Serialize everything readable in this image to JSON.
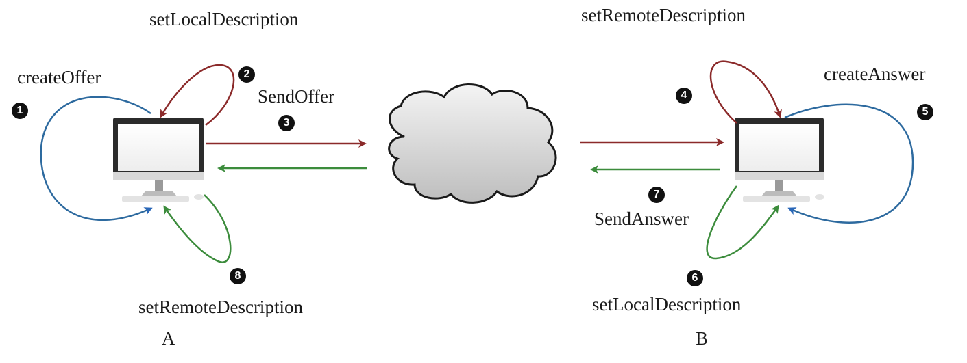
{
  "labels": {
    "set_local_a": "setLocalDescription",
    "set_remote_b": "setRemoteDescription",
    "create_offer": "createOffer",
    "create_answer": "createAnswer",
    "send_offer": "SendOffer",
    "send_answer": "SendAnswer",
    "set_remote_a": "setRemoteDescription",
    "set_local_b": "setLocalDescription",
    "peer_a": "A",
    "peer_b": "B"
  },
  "steps": [
    "1",
    "2",
    "3",
    "4",
    "5",
    "6",
    "7",
    "8"
  ],
  "colors": {
    "offer_path": "#2d6a9f",
    "local_desc": "#8b2a2a",
    "answer_path": "#3c8c3c",
    "arrow_blue": "#2a67b8"
  },
  "icons": {
    "computer_a": "desktop-computer-icon",
    "computer_b": "desktop-computer-icon",
    "cloud": "cloud-icon"
  }
}
